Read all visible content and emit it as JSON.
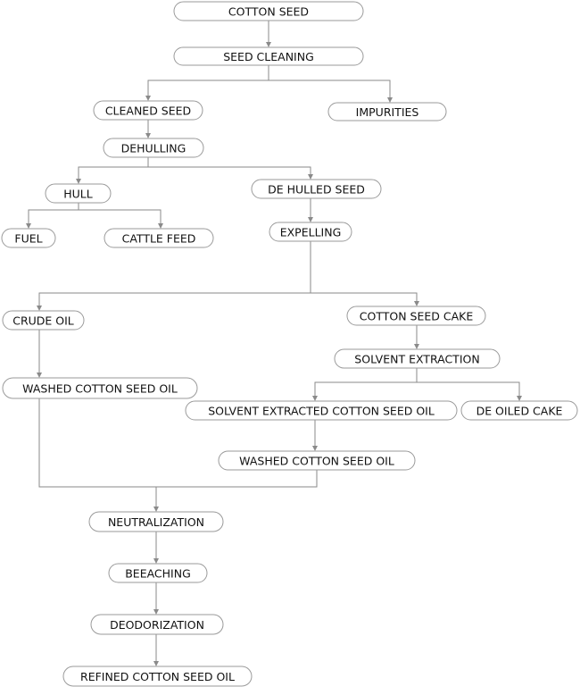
{
  "nodes": {
    "cotton_seed": "COTTON SEED",
    "seed_cleaning": "SEED CLEANING",
    "cleaned_seed": "CLEANED SEED",
    "impurities": "IMPURITIES",
    "dehulling": "DEHULLING",
    "hull": "HULL",
    "dehulled_seed": "DE HULLED SEED",
    "fuel": "FUEL",
    "cattle_feed": "CATTLE FEED",
    "expelling": "EXPELLING",
    "crude_oil": "CRUDE OIL",
    "cotton_seed_cake": "COTTON SEED CAKE",
    "solvent_extraction": "SOLVENT EXTRACTION",
    "washed_oil_left": "WASHED COTTON SEED OIL",
    "solvent_extracted_oil": "SOLVENT EXTRACTED COTTON SEED OIL",
    "de_oiled_cake": "DE OILED CAKE",
    "washed_oil_right": "WASHED COTTON SEED OIL",
    "neutralization": "NEUTRALIZATION",
    "beeaching": "BEEACHING",
    "deodorization": "DEODORIZATION",
    "refined_oil": "REFINED COTTON SEED OIL"
  },
  "colors": {
    "box_stroke": "#9a9a9a",
    "edge": "#8a8a8a",
    "text": "#111111"
  }
}
